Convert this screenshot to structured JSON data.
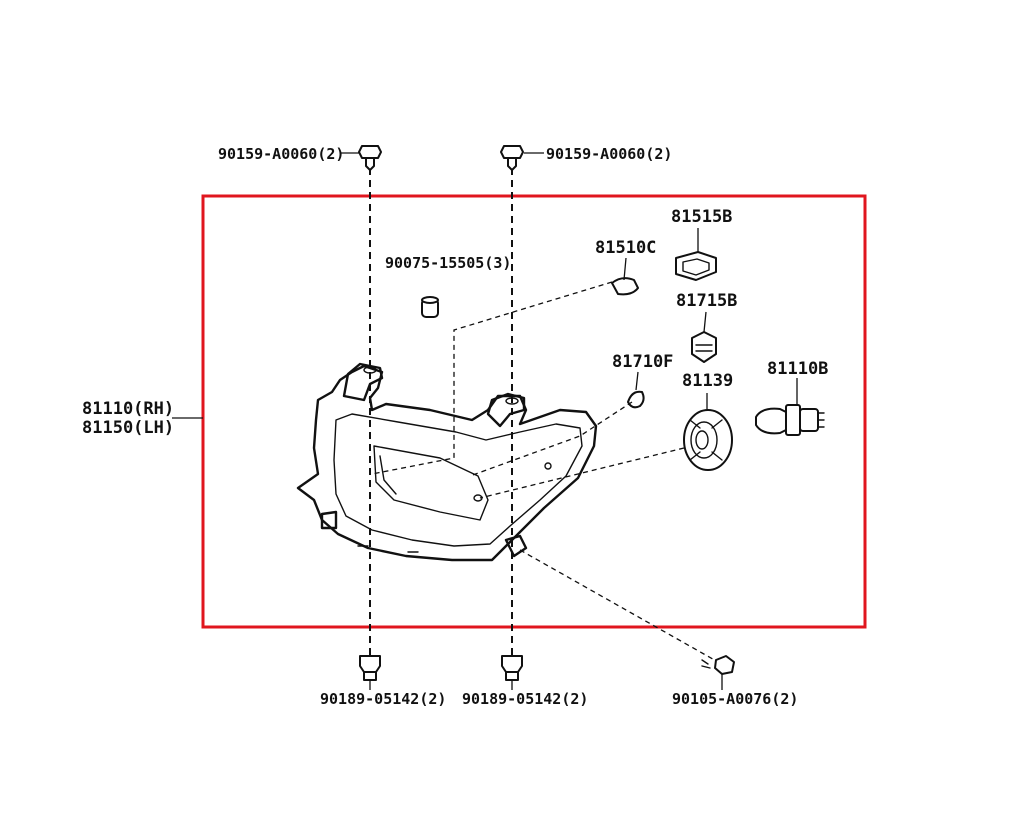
{
  "labels": {
    "bolt_top_left": "90159-A0060(2)",
    "bolt_top_right": "90159-A0060(2)",
    "collar": "90075-15505(3)",
    "socket_81510c": "81510C",
    "socket_81515b": "81515B",
    "socket_81715b": "81715B",
    "bulb_81710f": "81710F",
    "cover_81139": "81139",
    "bulb_81110b": "81110B",
    "assembly_rh": "81110(RH)",
    "assembly_lh": "81150(LH)",
    "clip_bottom_left": "90189-05142(2)",
    "clip_bottom_right": "90189-05142(2)",
    "screw_bottom": "90105-A0076(2)"
  },
  "colors": {
    "highlight_box": "#e0161e",
    "ink": "#111111",
    "background": "#ffffff"
  }
}
